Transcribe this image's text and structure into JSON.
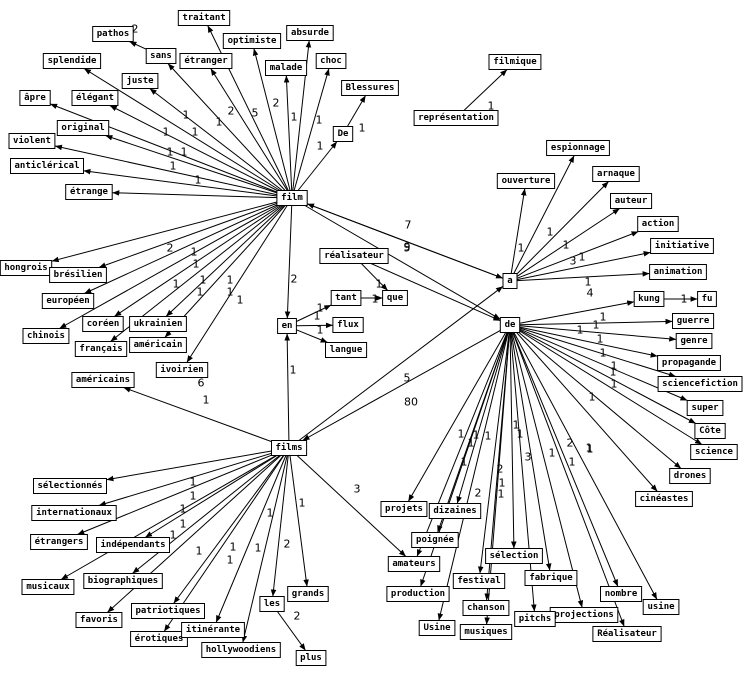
{
  "nodes": [
    {
      "id": "film",
      "label": "film"
    },
    {
      "id": "films",
      "label": "films"
    },
    {
      "id": "de",
      "label": "de"
    },
    {
      "id": "a",
      "label": "a"
    },
    {
      "id": "en",
      "label": "en"
    },
    {
      "id": "pathos",
      "label": "pathos"
    },
    {
      "id": "sans",
      "label": "sans"
    },
    {
      "id": "traitant",
      "label": "traitant"
    },
    {
      "id": "etranger",
      "label": "étranger"
    },
    {
      "id": "optimiste",
      "label": "optimiste"
    },
    {
      "id": "absurde",
      "label": "absurde"
    },
    {
      "id": "splendide",
      "label": "splendide"
    },
    {
      "id": "juste",
      "label": "juste"
    },
    {
      "id": "malade",
      "label": "malade"
    },
    {
      "id": "choc",
      "label": "choc"
    },
    {
      "id": "apre",
      "label": "âpre"
    },
    {
      "id": "elegant",
      "label": "élégant"
    },
    {
      "id": "blessures",
      "label": "Blessures"
    },
    {
      "id": "original",
      "label": "original"
    },
    {
      "id": "De",
      "label": "De"
    },
    {
      "id": "violent",
      "label": "violent"
    },
    {
      "id": "anticlerical",
      "label": "anticlérical"
    },
    {
      "id": "etrange",
      "label": "étrange"
    },
    {
      "id": "filmique",
      "label": "filmique"
    },
    {
      "id": "representation",
      "label": "représentation"
    },
    {
      "id": "espionnage",
      "label": "espionnage"
    },
    {
      "id": "arnaque",
      "label": "arnaque"
    },
    {
      "id": "ouverture",
      "label": "ouverture"
    },
    {
      "id": "auteur",
      "label": "auteur"
    },
    {
      "id": "action",
      "label": "action"
    },
    {
      "id": "initiative",
      "label": "initiative"
    },
    {
      "id": "realisateur",
      "label": "réalisateur"
    },
    {
      "id": "animation",
      "label": "animation"
    },
    {
      "id": "hongrois",
      "label": "hongrois"
    },
    {
      "id": "bresilien",
      "label": "brésilien"
    },
    {
      "id": "tant",
      "label": "tant"
    },
    {
      "id": "que",
      "label": "que"
    },
    {
      "id": "kung",
      "label": "kung"
    },
    {
      "id": "fu",
      "label": "fu"
    },
    {
      "id": "europeen",
      "label": "européen"
    },
    {
      "id": "flux",
      "label": "flux"
    },
    {
      "id": "guerre",
      "label": "guerre"
    },
    {
      "id": "coreen",
      "label": "coréen"
    },
    {
      "id": "ukrainien",
      "label": "ukrainien"
    },
    {
      "id": "chinois",
      "label": "chinois"
    },
    {
      "id": "genre",
      "label": "genre"
    },
    {
      "id": "americain",
      "label": "américain"
    },
    {
      "id": "francais",
      "label": "français"
    },
    {
      "id": "langue",
      "label": "langue"
    },
    {
      "id": "propagande",
      "label": "propagande"
    },
    {
      "id": "ivoirien",
      "label": "ivoirien"
    },
    {
      "id": "americains",
      "label": "américains"
    },
    {
      "id": "sciencefiction",
      "label": "sciencefiction"
    },
    {
      "id": "super",
      "label": "super"
    },
    {
      "id": "cote",
      "label": "Côte"
    },
    {
      "id": "science",
      "label": "science"
    },
    {
      "id": "drones",
      "label": "drones"
    },
    {
      "id": "selectionnes",
      "label": "sélectionnés"
    },
    {
      "id": "cineastes",
      "label": "cinéastes"
    },
    {
      "id": "internationaux",
      "label": "internationaux"
    },
    {
      "id": "projets",
      "label": "projets"
    },
    {
      "id": "dizaines",
      "label": "dizaines"
    },
    {
      "id": "etrangers",
      "label": "étrangers"
    },
    {
      "id": "independants",
      "label": "indépendants"
    },
    {
      "id": "poignee",
      "label": "poignée"
    },
    {
      "id": "selection",
      "label": "sélection"
    },
    {
      "id": "amateurs",
      "label": "amateurs"
    },
    {
      "id": "musicaux",
      "label": "musicaux"
    },
    {
      "id": "biographiques",
      "label": "biographiques"
    },
    {
      "id": "festival",
      "label": "festival"
    },
    {
      "id": "fabrique",
      "label": "fabrique"
    },
    {
      "id": "production",
      "label": "production"
    },
    {
      "id": "grands",
      "label": "grands"
    },
    {
      "id": "nombre",
      "label": "nombre"
    },
    {
      "id": "favoris",
      "label": "favoris"
    },
    {
      "id": "les",
      "label": "les"
    },
    {
      "id": "usine",
      "label": "usine"
    },
    {
      "id": "patriotiques",
      "label": "patriotiques"
    },
    {
      "id": "chanson",
      "label": "chanson"
    },
    {
      "id": "projections",
      "label": "projections"
    },
    {
      "id": "pitchs",
      "label": "pitchs"
    },
    {
      "id": "Usine",
      "label": "Usine"
    },
    {
      "id": "erotiques",
      "label": "érotiques"
    },
    {
      "id": "itinerante",
      "label": "itinérante"
    },
    {
      "id": "musiques",
      "label": "musiques"
    },
    {
      "id": "Realisateur",
      "label": "Réalisateur"
    },
    {
      "id": "hollywoodiens",
      "label": "hollywoodiens"
    },
    {
      "id": "plus",
      "label": "plus"
    }
  ],
  "edges": [
    {
      "from": "sans",
      "to": "pathos",
      "label": "2"
    },
    {
      "from": "film",
      "to": "sans",
      "label": "1"
    },
    {
      "from": "film",
      "to": "traitant",
      "label": ""
    },
    {
      "from": "film",
      "to": "etranger",
      "label": "2"
    },
    {
      "from": "film",
      "to": "optimiste",
      "label": "5"
    },
    {
      "from": "film",
      "to": "absurde",
      "label": "1"
    },
    {
      "from": "film",
      "to": "splendide",
      "label": "1"
    },
    {
      "from": "film",
      "to": "juste",
      "label": "1"
    },
    {
      "from": "film",
      "to": "malade",
      "label": "2"
    },
    {
      "from": "film",
      "to": "choc",
      "label": "1"
    },
    {
      "from": "film",
      "to": "apre",
      "label": "1"
    },
    {
      "from": "film",
      "to": "elegant",
      "label": "1"
    },
    {
      "from": "film",
      "to": "original",
      "label": "1"
    },
    {
      "from": "film",
      "to": "De",
      "label": "1"
    },
    {
      "from": "De",
      "to": "blessures",
      "label": "1"
    },
    {
      "from": "film",
      "to": "violent",
      "label": "1"
    },
    {
      "from": "film",
      "to": "anticlerical",
      "label": "1"
    },
    {
      "from": "film",
      "to": "etrange",
      "label": ""
    },
    {
      "from": "representation",
      "to": "filmique",
      "label": "1"
    },
    {
      "from": "film",
      "to": "a",
      "label": "7"
    },
    {
      "from": "a",
      "to": "film",
      "label": ""
    },
    {
      "from": "film",
      "to": "de",
      "label": "9"
    },
    {
      "from": "film",
      "to": "en",
      "label": "2"
    },
    {
      "from": "film",
      "to": "hongrois",
      "label": "2"
    },
    {
      "from": "film",
      "to": "bresilien",
      "label": "1"
    },
    {
      "from": "film",
      "to": "europeen",
      "label": "1"
    },
    {
      "from": "film",
      "to": "chinois",
      "label": "1"
    },
    {
      "from": "film",
      "to": "coreen",
      "label": "1"
    },
    {
      "from": "film",
      "to": "ukrainien",
      "label": "1"
    },
    {
      "from": "film",
      "to": "americain",
      "label": "1"
    },
    {
      "from": "film",
      "to": "francais",
      "label": "1"
    },
    {
      "from": "film",
      "to": "ivoirien",
      "label": "1"
    },
    {
      "from": "realisateur",
      "to": "que",
      "label": "1"
    },
    {
      "from": "realisateur",
      "to": "de",
      "label": "5"
    },
    {
      "from": "en",
      "to": "tant",
      "label": "1"
    },
    {
      "from": "tant",
      "to": "que",
      "label": "1"
    },
    {
      "from": "en",
      "to": "flux",
      "label": "1"
    },
    {
      "from": "en",
      "to": "langue",
      "label": "1"
    },
    {
      "from": "a",
      "to": "ouverture",
      "label": "1"
    },
    {
      "from": "a",
      "to": "espionnage",
      "label": "1"
    },
    {
      "from": "a",
      "to": "arnaque",
      "label": "1"
    },
    {
      "from": "a",
      "to": "auteur",
      "label": "1"
    },
    {
      "from": "a",
      "to": "action",
      "label": "3"
    },
    {
      "from": "a",
      "to": "initiative",
      "label": "1"
    },
    {
      "from": "a",
      "to": "animation",
      "label": "4"
    },
    {
      "from": "de",
      "to": "kung",
      "label": "1"
    },
    {
      "from": "kung",
      "to": "fu",
      "label": "1"
    },
    {
      "from": "de",
      "to": "guerre",
      "label": "1"
    },
    {
      "from": "de",
      "to": "genre",
      "label": "1"
    },
    {
      "from": "de",
      "to": "propagande",
      "label": "1"
    },
    {
      "from": "de",
      "to": "sciencefiction",
      "label": "1"
    },
    {
      "from": "de",
      "to": "super",
      "label": "1"
    },
    {
      "from": "de",
      "to": "cote",
      "label": "1"
    },
    {
      "from": "de",
      "to": "science",
      "label": "1"
    },
    {
      "from": "de",
      "to": "drones",
      "label": "1"
    },
    {
      "from": "de",
      "to": "cineastes",
      "label": "1"
    },
    {
      "from": "de",
      "to": "films",
      "label": "80"
    },
    {
      "from": "films",
      "to": "a",
      "label": "5"
    },
    {
      "from": "de",
      "to": "projets",
      "label": "1"
    },
    {
      "from": "de",
      "to": "dizaines",
      "label": "1"
    },
    {
      "from": "de",
      "to": "poignee",
      "label": "1"
    },
    {
      "from": "de",
      "to": "amateurs",
      "label": "1"
    },
    {
      "from": "de",
      "to": "production",
      "label": "2"
    },
    {
      "from": "de",
      "to": "Usine",
      "label": "1"
    },
    {
      "from": "de",
      "to": "festival",
      "label": "2"
    },
    {
      "from": "de",
      "to": "chanson",
      "label": "1"
    },
    {
      "from": "de",
      "to": "musiques",
      "label": "1"
    },
    {
      "from": "de",
      "to": "selection",
      "label": "1"
    },
    {
      "from": "de",
      "to": "fabrique",
      "label": "3"
    },
    {
      "from": "de",
      "to": "pitchs",
      "label": "1"
    },
    {
      "from": "de",
      "to": "projections",
      "label": "1"
    },
    {
      "from": "de",
      "to": "nombre",
      "label": "2"
    },
    {
      "from": "de",
      "to": "Realisateur",
      "label": "1"
    },
    {
      "from": "de",
      "to": "usine",
      "label": "1"
    },
    {
      "from": "films",
      "to": "en",
      "label": "1"
    },
    {
      "from": "films",
      "to": "americains",
      "label": "6"
    },
    {
      "from": "films",
      "to": "selectionnes",
      "label": "1"
    },
    {
      "from": "films",
      "to": "internationaux",
      "label": "1"
    },
    {
      "from": "films",
      "to": "etrangers",
      "label": "1"
    },
    {
      "from": "films",
      "to": "musicaux",
      "label": "1"
    },
    {
      "from": "films",
      "to": "independants",
      "label": "1"
    },
    {
      "from": "films",
      "to": "biographiques",
      "label": "1"
    },
    {
      "from": "films",
      "to": "favoris",
      "label": "1"
    },
    {
      "from": "films",
      "to": "patriotiques",
      "label": "1"
    },
    {
      "from": "films",
      "to": "erotiques",
      "label": "1"
    },
    {
      "from": "films",
      "to": "itinerante",
      "label": "1"
    },
    {
      "from": "films",
      "to": "hollywoodiens",
      "label": "1"
    },
    {
      "from": "films",
      "to": "les",
      "label": "2"
    },
    {
      "from": "les",
      "to": "plus",
      "label": "2"
    },
    {
      "from": "films",
      "to": "grands",
      "label": "1"
    },
    {
      "from": "films",
      "to": "amateurs",
      "label": "3"
    }
  ]
}
